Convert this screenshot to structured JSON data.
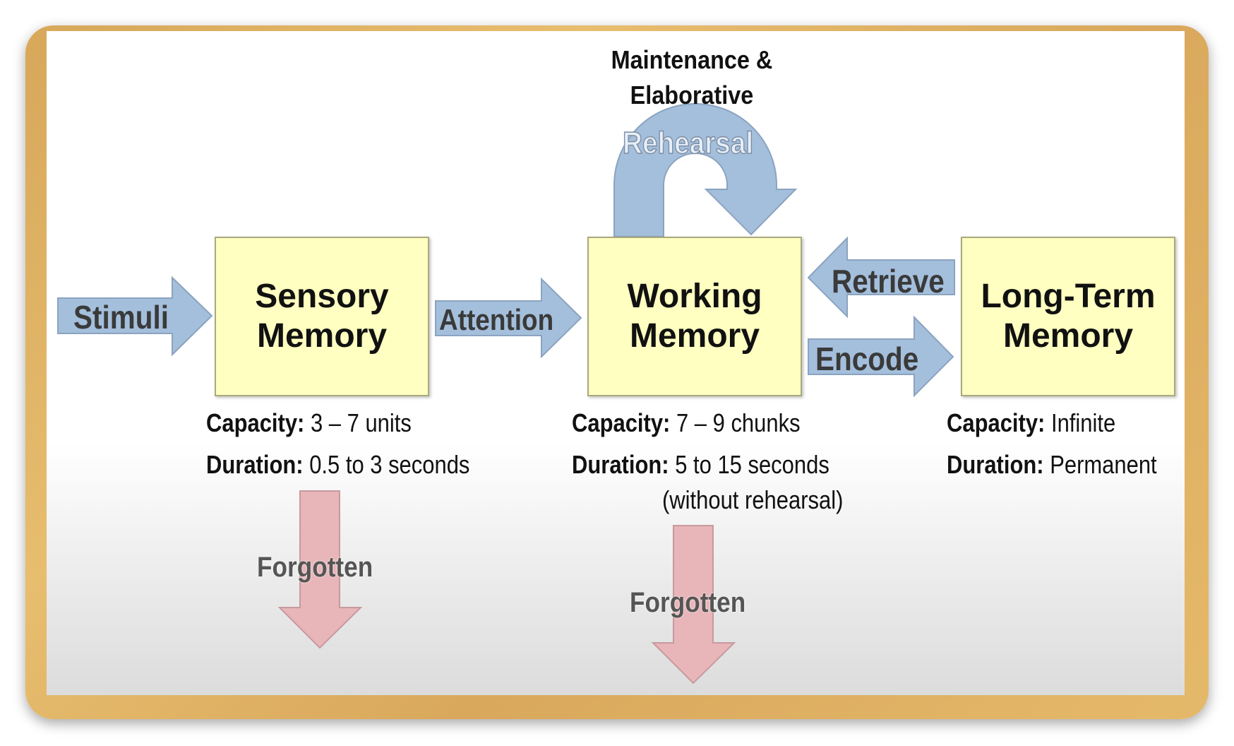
{
  "colors": {
    "frame": "#dcab5f",
    "box_fill": "#ffffc1",
    "blue_arrow": "#a4bfdc",
    "red_arrow": "#e8b5b9"
  },
  "stages": {
    "sensory": {
      "title": "Sensory\nMemory",
      "capacity_label": "Capacity:",
      "capacity": "3 – 7 units",
      "duration_label": "Duration:",
      "duration": "0.5 to 3 seconds"
    },
    "working": {
      "title": "Working\nMemory",
      "capacity_label": "Capacity:",
      "capacity": "7 – 9 chunks",
      "duration_label": "Duration:",
      "duration": "5 to 15 seconds",
      "duration_note": "(without rehearsal)"
    },
    "longterm": {
      "title": "Long-Term\nMemory",
      "capacity_label": "Capacity:",
      "capacity": "Infinite",
      "duration_label": "Duration:",
      "duration": "Permanent"
    }
  },
  "arrows": {
    "stimuli": "Stimuli",
    "attention": "Attention",
    "retrieve": "Retrieve",
    "encode": "Encode",
    "rehearsal": "Rehearsal",
    "forgotten_1": "Forgotten",
    "forgotten_2": "Forgotten"
  },
  "rehearsal_heading": "Maintenance &\nElaborative"
}
